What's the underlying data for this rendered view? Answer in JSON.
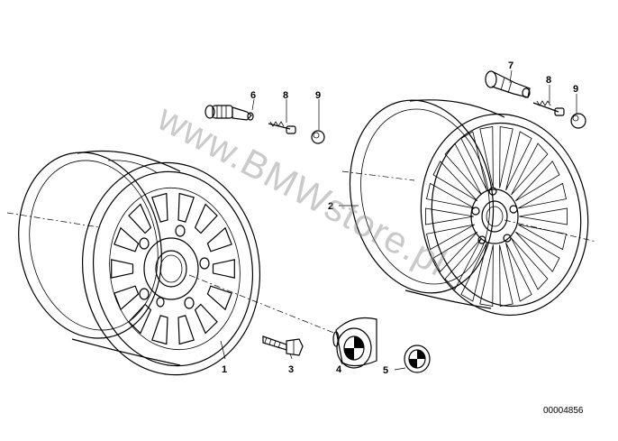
{
  "watermark": "www.BMWstore.pl",
  "document_id": "00004856",
  "callouts": {
    "c1": "1",
    "c2": "2",
    "c3": "3",
    "c4": "4",
    "c5": "5",
    "c6": "6",
    "c7": "7",
    "c8a": "8",
    "c8b": "8",
    "c9a": "9",
    "c9b": "9"
  }
}
